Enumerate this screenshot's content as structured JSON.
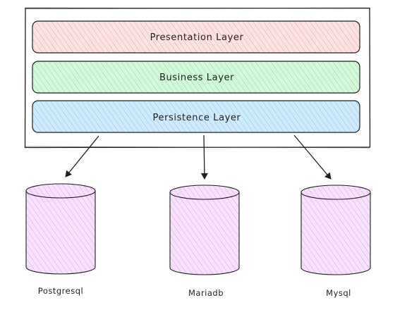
{
  "colors": {
    "stroke": "#1e1e1e",
    "presentation_fill": "#ffc9c9",
    "presentation_stroke": "#c98a8a",
    "business_fill": "#b2f2bb",
    "business_stroke": "#6f9e6f",
    "persistence_fill": "#a5d8ff",
    "persistence_stroke": "#6d97b6",
    "database_fill": "#eebefa",
    "database_stroke": "#b36fc7"
  },
  "layers": {
    "presentation": {
      "label": "Presentation Layer"
    },
    "business": {
      "label": "Business Layer"
    },
    "persistence": {
      "label": "Persistence Layer"
    }
  },
  "databases": [
    {
      "label": "Postgresql",
      "icon": "database-cylinder-icon"
    },
    {
      "label": "Mariadb",
      "icon": "database-cylinder-icon"
    },
    {
      "label": "Mysql",
      "icon": "database-cylinder-icon"
    }
  ]
}
